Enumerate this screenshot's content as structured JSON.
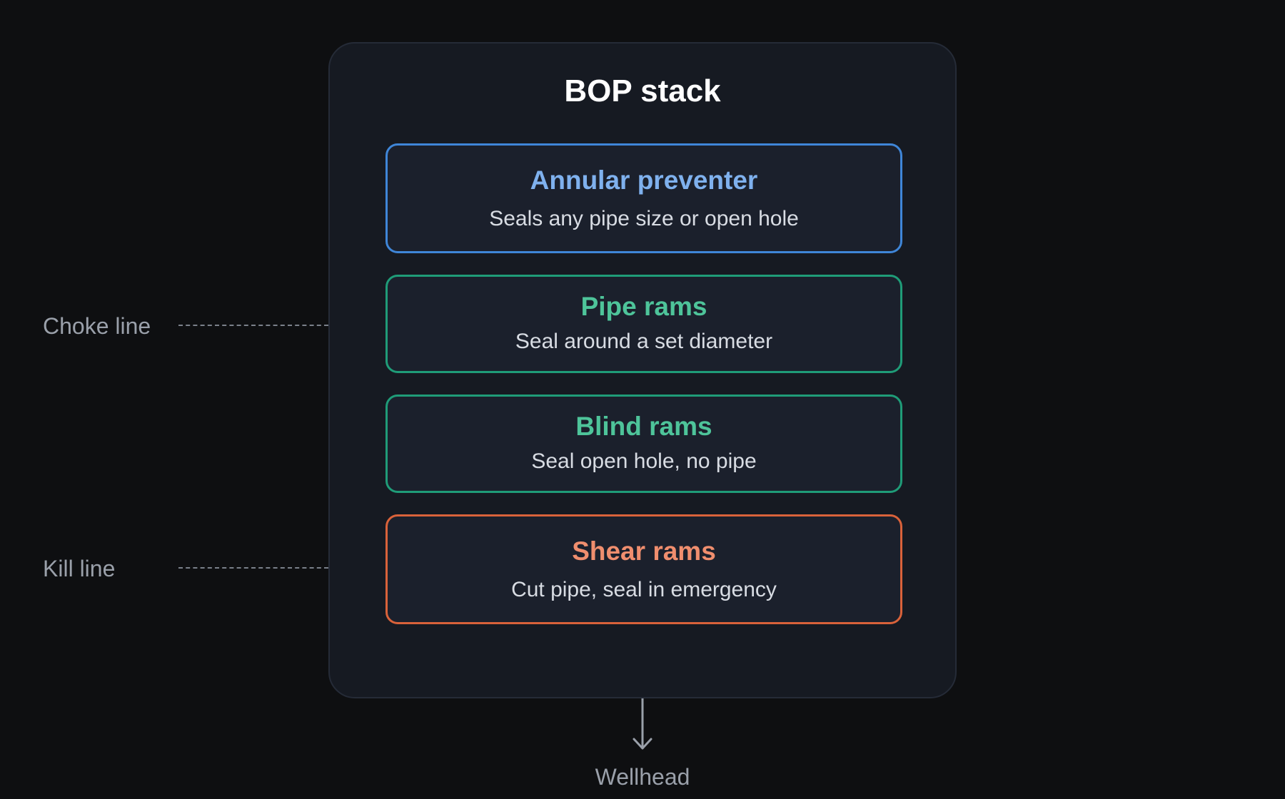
{
  "diagram": {
    "title": "BOP stack",
    "components": [
      {
        "name": "Annular preventer",
        "description": "Seals any pipe size or open hole",
        "border_color": "#3f86d8",
        "name_color": "#7fb1ee"
      },
      {
        "name": "Pipe rams",
        "description": "Seal around a set diameter",
        "border_color": "#1f9c78",
        "name_color": "#4ec49a"
      },
      {
        "name": "Blind rams",
        "description": "Seal open hole, no pipe",
        "border_color": "#1f9c78",
        "name_color": "#4ec49a"
      },
      {
        "name": "Shear rams",
        "description": "Cut pipe, seal in emergency",
        "border_color": "#d9623a",
        "name_color": "#f08e6e"
      }
    ],
    "side_lines": [
      {
        "label": "Choke line"
      },
      {
        "label": "Kill line"
      }
    ],
    "bottom_label": "Wellhead"
  }
}
